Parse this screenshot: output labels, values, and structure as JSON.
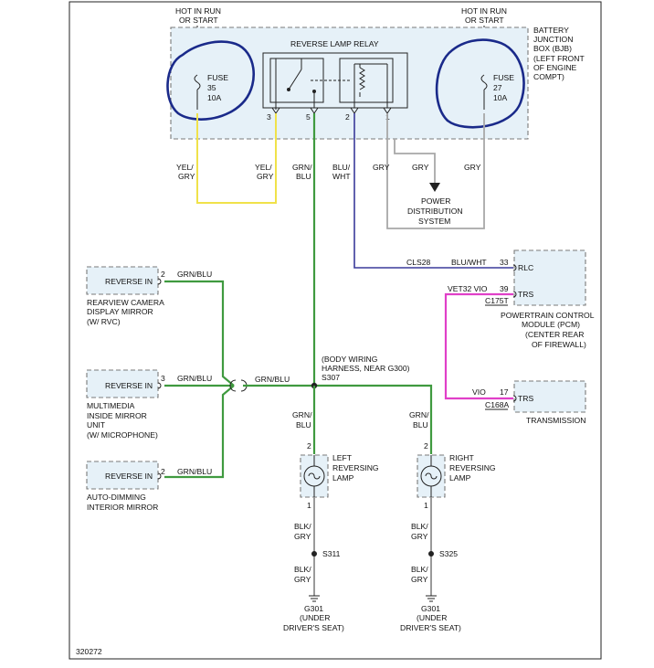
{
  "diagram_id": "320272",
  "hot_label_left": [
    "HOT IN RUN",
    "OR START"
  ],
  "hot_label_right": [
    "HOT IN RUN",
    "OR START"
  ],
  "bjb": {
    "label": [
      "BATTERY",
      "JUNCTION",
      "BOX (BJB)",
      "(LEFT FRONT",
      "OF ENGINE",
      "COMPT)"
    ],
    "relay_title": "REVERSE LAMP RELAY",
    "fuse_left": [
      "FUSE",
      "35",
      "10A"
    ],
    "fuse_right": [
      "FUSE",
      "27",
      "10A"
    ],
    "pins": [
      "3",
      "5",
      "2",
      "1"
    ]
  },
  "wire_labels": {
    "yel_gry_1": [
      "YEL/",
      "GRY"
    ],
    "yel_gry_2": [
      "YEL/",
      "GRY"
    ],
    "grn_blu_main": [
      "GRN/",
      "BLU"
    ],
    "blu_wht": [
      "BLU/",
      "WHT"
    ],
    "gry_1": "GRY",
    "gry_2": "GRY",
    "gry_3": "GRY",
    "power_dist": [
      "POWER",
      "DISTRIBUTION",
      "SYSTEM"
    ]
  },
  "pcm": {
    "label": [
      "POWERTRAIN CONTROL",
      "MODULE (PCM)",
      "(CENTER REAR",
      "OF FIREWALL)"
    ],
    "pin_rlc": "RLC",
    "pin_trs": "TRS",
    "circuit_cls28": "CLS28",
    "wire_blu_wht": "BLU/WHT",
    "pin_33": "33",
    "circuit_vet32": "VET32 VIO",
    "pin_39": "39",
    "connector": "C175T"
  },
  "transmission": {
    "label": "TRANSMISSION",
    "pin_trs": "TRS",
    "wire_vio": "VIO",
    "pin_17": "17",
    "connector": "C168A"
  },
  "mirrors": [
    {
      "pin_label": "REVERSE IN",
      "pin": "2",
      "wire": "GRN/BLU",
      "label": [
        "REARVIEW CAMERA",
        "DISPLAY MIRROR",
        "(W/ RVC)"
      ]
    },
    {
      "pin_label": "REVERSE IN",
      "pin": "3",
      "wire": "GRN/BLU",
      "label": [
        "MULTIMEDIA",
        "INSIDE MIRROR",
        "UNIT",
        "(W/ MICROPHONE)"
      ]
    },
    {
      "pin_label": "REVERSE IN",
      "pin": "2",
      "wire": "GRN/BLU",
      "label": [
        "AUTO-DIMMING",
        "INTERIOR MIRROR"
      ]
    }
  ],
  "splice": {
    "wire": "GRN/BLU",
    "label": [
      "(BODY WIRING",
      "HARNESS, NEAR G300)",
      "S307"
    ]
  },
  "lamps": [
    {
      "wire_in": [
        "GRN/",
        "BLU"
      ],
      "pin_in": "2",
      "label": [
        "LEFT",
        "REVERSING",
        "LAMP"
      ],
      "pin_out": "1",
      "wire_out1": [
        "BLK/",
        "GRY"
      ],
      "splice": "S311",
      "wire_out2": [
        "BLK/",
        "GRY"
      ],
      "ground": [
        "G301",
        "(UNDER",
        "DRIVER'S SEAT)"
      ]
    },
    {
      "wire_in": [
        "GRN/",
        "BLU"
      ],
      "pin_in": "2",
      "label": [
        "RIGHT",
        "REVERSING",
        "LAMP"
      ],
      "pin_out": "1",
      "wire_out1": [
        "BLK/",
        "GRY"
      ],
      "splice": "S325",
      "wire_out2": [
        "BLK/",
        "GRY"
      ],
      "ground": [
        "G301",
        "(UNDER",
        "DRIVER'S SEAT)"
      ]
    }
  ],
  "colors": {
    "grn_blu": "#3f9a3f",
    "yel_gry": "#f0e24a",
    "blu_wht": "#3a3a9a",
    "gry": "#a8a8a8",
    "vio": "#e040c8",
    "blk_gry": "#9a9a9a",
    "component_fill": "#e6f1f8",
    "annotation_ink": "#1a2a8a"
  }
}
